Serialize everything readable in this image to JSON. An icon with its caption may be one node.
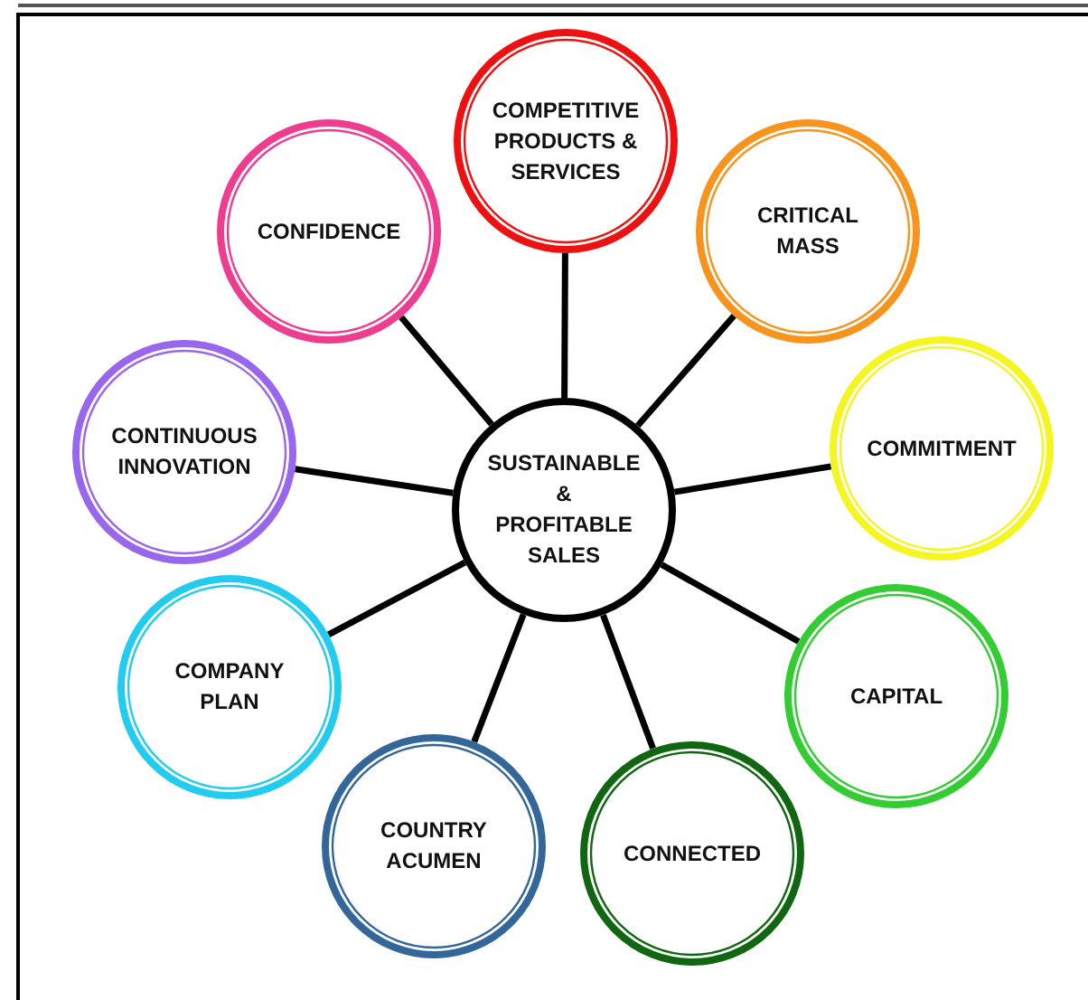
{
  "diagram": {
    "nodes": [
      {
        "text": [
          "COMPETITIVE PRODUCTS & SERVICES"
        ]
      },
      {
        "text": [
          "CONFIDENCE"
        ]
      },
      {
        "text": [
          "CRITICAL MASS"
        ]
      },
      {
        "text": [
          "CONTINUOUS INNOVATION"
        ]
      },
      {
        "text": [
          "COMMITMENT"
        ]
      },
      {
        "text": [
          "SUSTAINABLE & PROFITABLE SALES"
        ]
      },
      {
        "text": [
          "COMPANY PLAN"
        ]
      },
      {
        "text": [
          "CAPITAL"
        ]
      },
      {
        "text": [
          "COUNTRY ACUMEN"
        ]
      },
      {
        "text": [
          "CONNECTED"
        ]
      }
    ],
    "edges": [
      {
        "from": 5,
        "to": 0,
        "arrow": "none"
      },
      {
        "from": 5,
        "to": 1,
        "arrow": "none"
      },
      {
        "from": 5,
        "to": 2,
        "arrow": "none"
      },
      {
        "from": 5,
        "to": 3,
        "arrow": "none"
      },
      {
        "from": 5,
        "to": 4,
        "arrow": "none"
      },
      {
        "from": 5,
        "to": 6,
        "arrow": "none"
      },
      {
        "from": 5,
        "to": 7,
        "arrow": "none"
      },
      {
        "from": 5,
        "to": 8,
        "arrow": "none"
      },
      {
        "from": 5,
        "to": 9,
        "arrow": "none"
      }
    ]
  }
}
